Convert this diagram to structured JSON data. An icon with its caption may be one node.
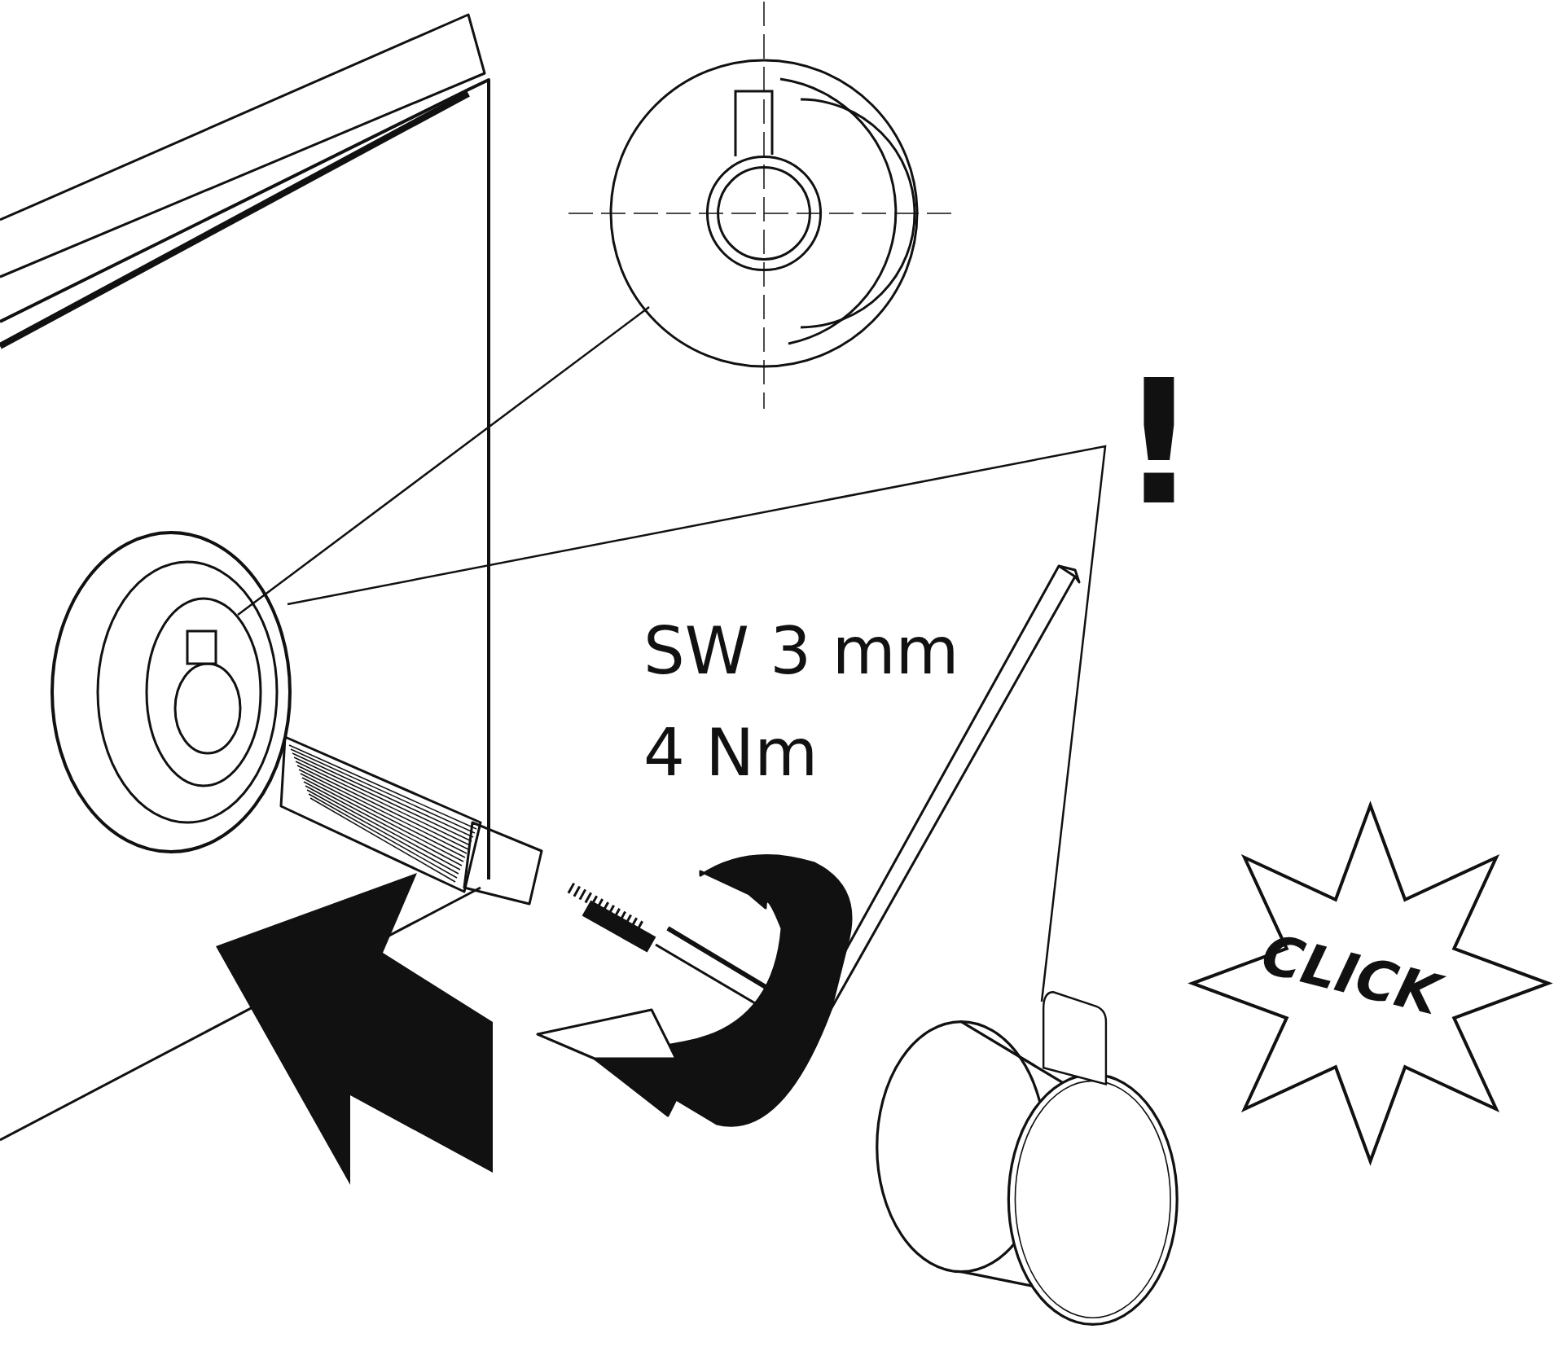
{
  "diagram": {
    "nodes": [
      {
        "text": [],
        "shape": "circle"
      },
      {
        "text": [],
        "shape": "picture"
      },
      {
        "text": [],
        "shape": "picture"
      },
      {
        "text": [
          "CLICK"
        ]
      }
    ],
    "edges": [
      {
        "from": 0,
        "to": 1,
        "arrow": "none"
      },
      {
        "from": 1,
        "to": 2,
        "arrow": "none"
      }
    ],
    "labels": [
      "!",
      "SW 3 mm",
      "4 Nm"
    ]
  }
}
